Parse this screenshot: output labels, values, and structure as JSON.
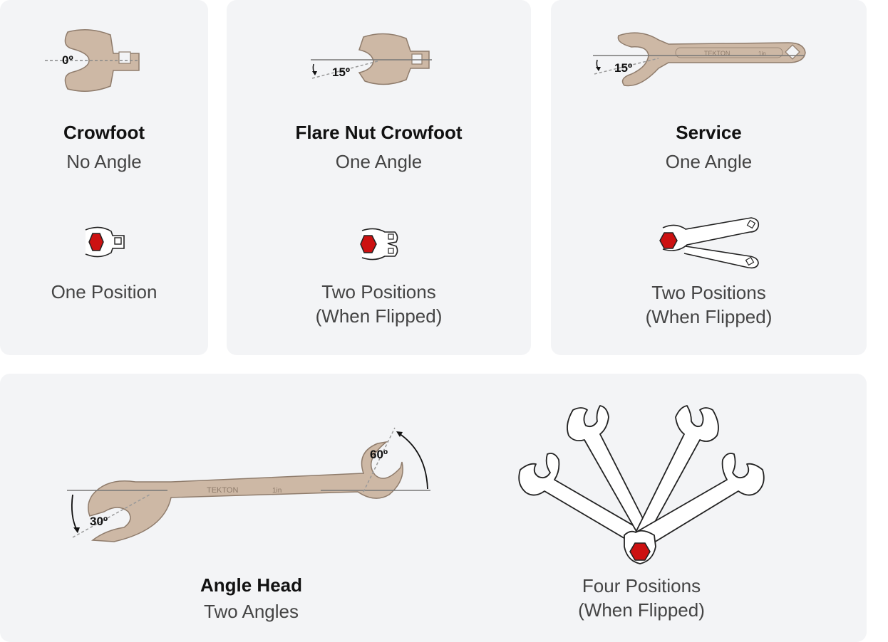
{
  "panels": [
    {
      "title": "Crowfoot",
      "angle_text": "No Angle",
      "angle_badge": "0º",
      "positions": [
        "One Position"
      ]
    },
    {
      "title": "Flare Nut Crowfoot",
      "angle_text": "One Angle",
      "angle_badge": "15º",
      "positions": [
        "Two Positions",
        "(When Flipped)"
      ]
    },
    {
      "title": "Service",
      "angle_text": "One Angle",
      "angle_badge": "15º",
      "positions": [
        "Two Positions",
        "(When Flipped)"
      ]
    },
    {
      "title": "Angle Head",
      "angle_text": "Two Angles",
      "angle_badges": [
        "30º",
        "60º"
      ],
      "positions": [
        "Four Positions",
        "(When Flipped)"
      ]
    }
  ],
  "colors": {
    "card": "#f3f4f6",
    "metal": "#cdb8a5",
    "nut": "#cc1111",
    "outline": "#222222"
  },
  "engraving": {
    "brand": "TEKTON",
    "size": "1in"
  }
}
